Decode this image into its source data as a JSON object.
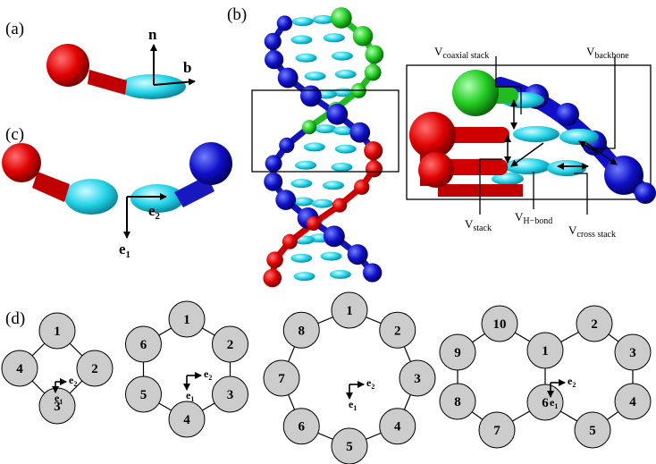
{
  "panels": {
    "a": "(a)",
    "b": "(b)",
    "c": "(c)",
    "d": "(d)"
  },
  "vectors": {
    "n": "n",
    "b": "b",
    "e1": "e",
    "e1_sub": "1",
    "e2": "e",
    "e2_sub": "2"
  },
  "potentials": {
    "coaxial": {
      "main": "V",
      "sub": "coaxial stack"
    },
    "backbone": {
      "main": "V",
      "sub": "backbone"
    },
    "stack": {
      "main": "V",
      "sub": "stack"
    },
    "hbond": {
      "main": "V",
      "sub": "H−bond"
    },
    "cross": {
      "main": "V",
      "sub": "cross stack"
    }
  },
  "rings": [
    {
      "labels": [
        "1",
        "2",
        "3",
        "4"
      ]
    },
    {
      "labels": [
        "1",
        "2",
        "3",
        "4",
        "5",
        "6"
      ]
    },
    {
      "labels": [
        "1",
        "2",
        "3",
        "4",
        "5",
        "6",
        "7",
        "8"
      ]
    },
    {
      "labels": [
        "1",
        "2",
        "3",
        "4",
        "5",
        "6",
        "7",
        "8",
        "9",
        "10"
      ]
    }
  ],
  "colors": {
    "strand_red": "#e00000",
    "strand_blue": "#1010c8",
    "strand_green": "#22cc22",
    "base_cyan": "#22d4e8",
    "node_fill": "#cccccc"
  }
}
